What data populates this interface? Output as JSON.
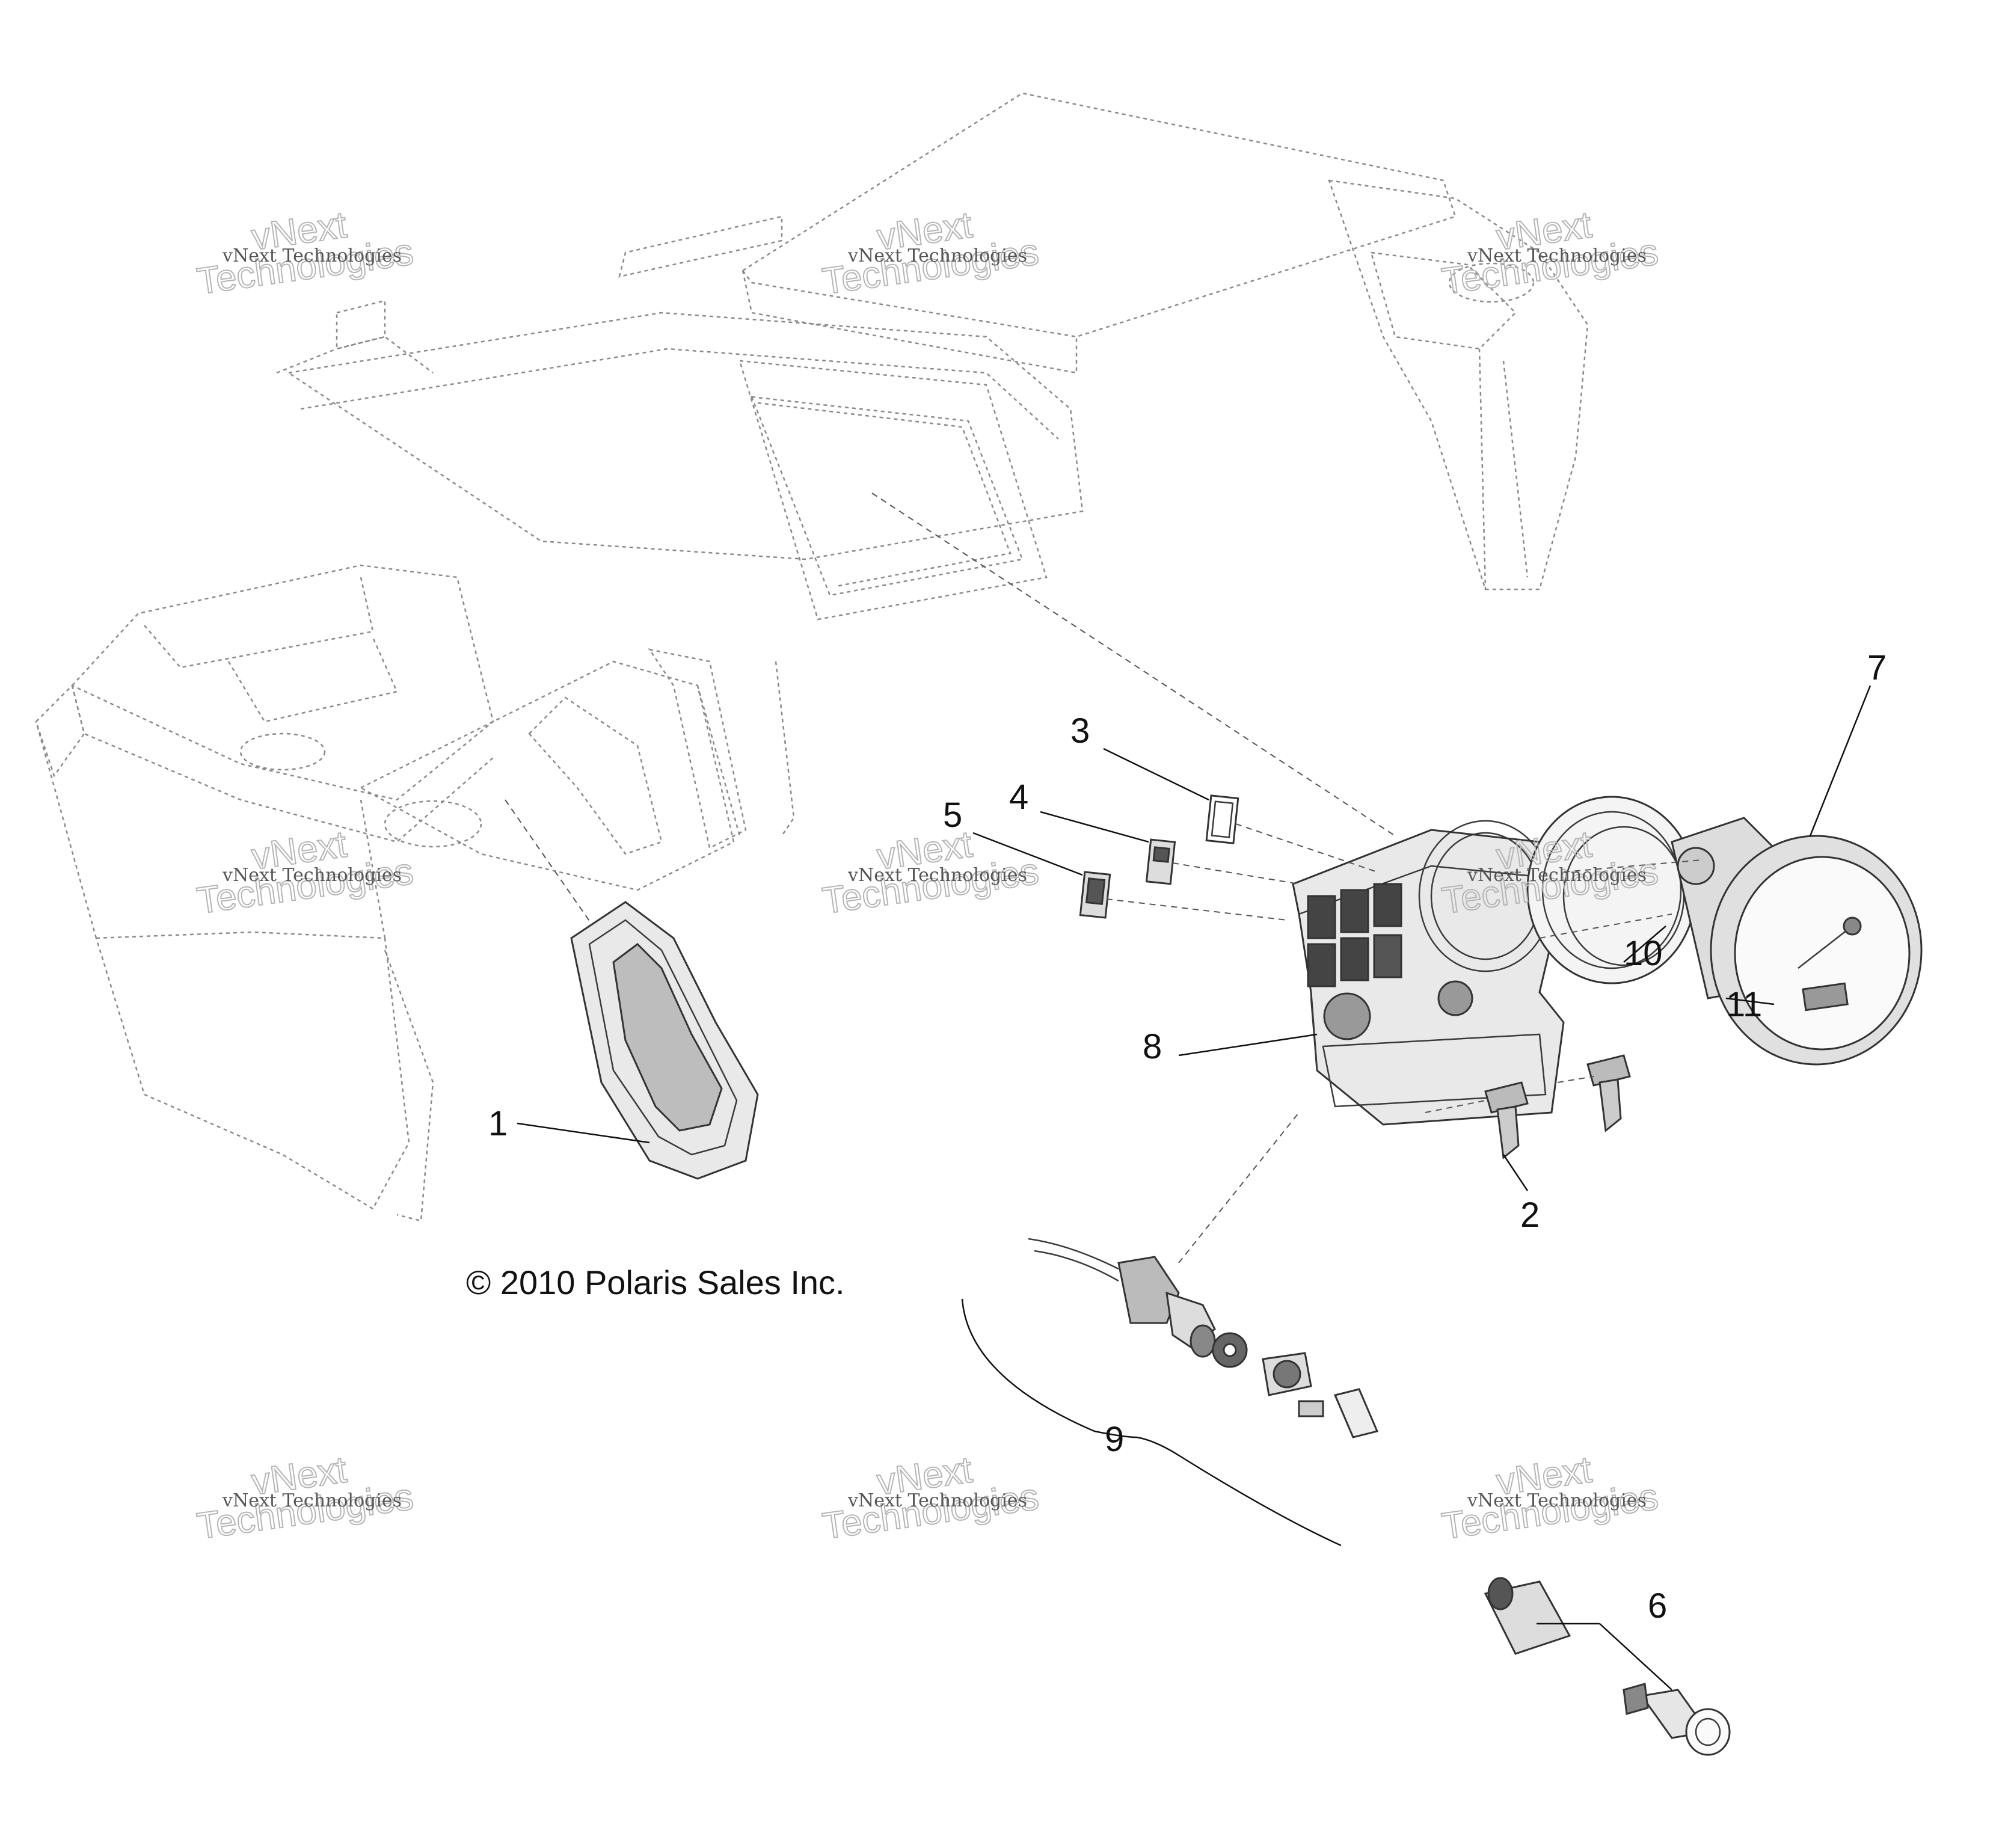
{
  "callouts": [
    {
      "id": "1",
      "label": "1"
    },
    {
      "id": "2",
      "label": "2"
    },
    {
      "id": "3",
      "label": "3"
    },
    {
      "id": "4",
      "label": "4"
    },
    {
      "id": "5",
      "label": "5"
    },
    {
      "id": "6",
      "label": "6"
    },
    {
      "id": "7",
      "label": "7"
    },
    {
      "id": "8",
      "label": "8"
    },
    {
      "id": "9",
      "label": "9"
    },
    {
      "id": "10",
      "label": "10"
    },
    {
      "id": "11",
      "label": "11"
    }
  ],
  "copyright": "© 2010 Polaris Sales Inc.",
  "watermark": {
    "small": "vNext Technologies",
    "big_line1": "vNext",
    "big_line2": "Technologies"
  }
}
